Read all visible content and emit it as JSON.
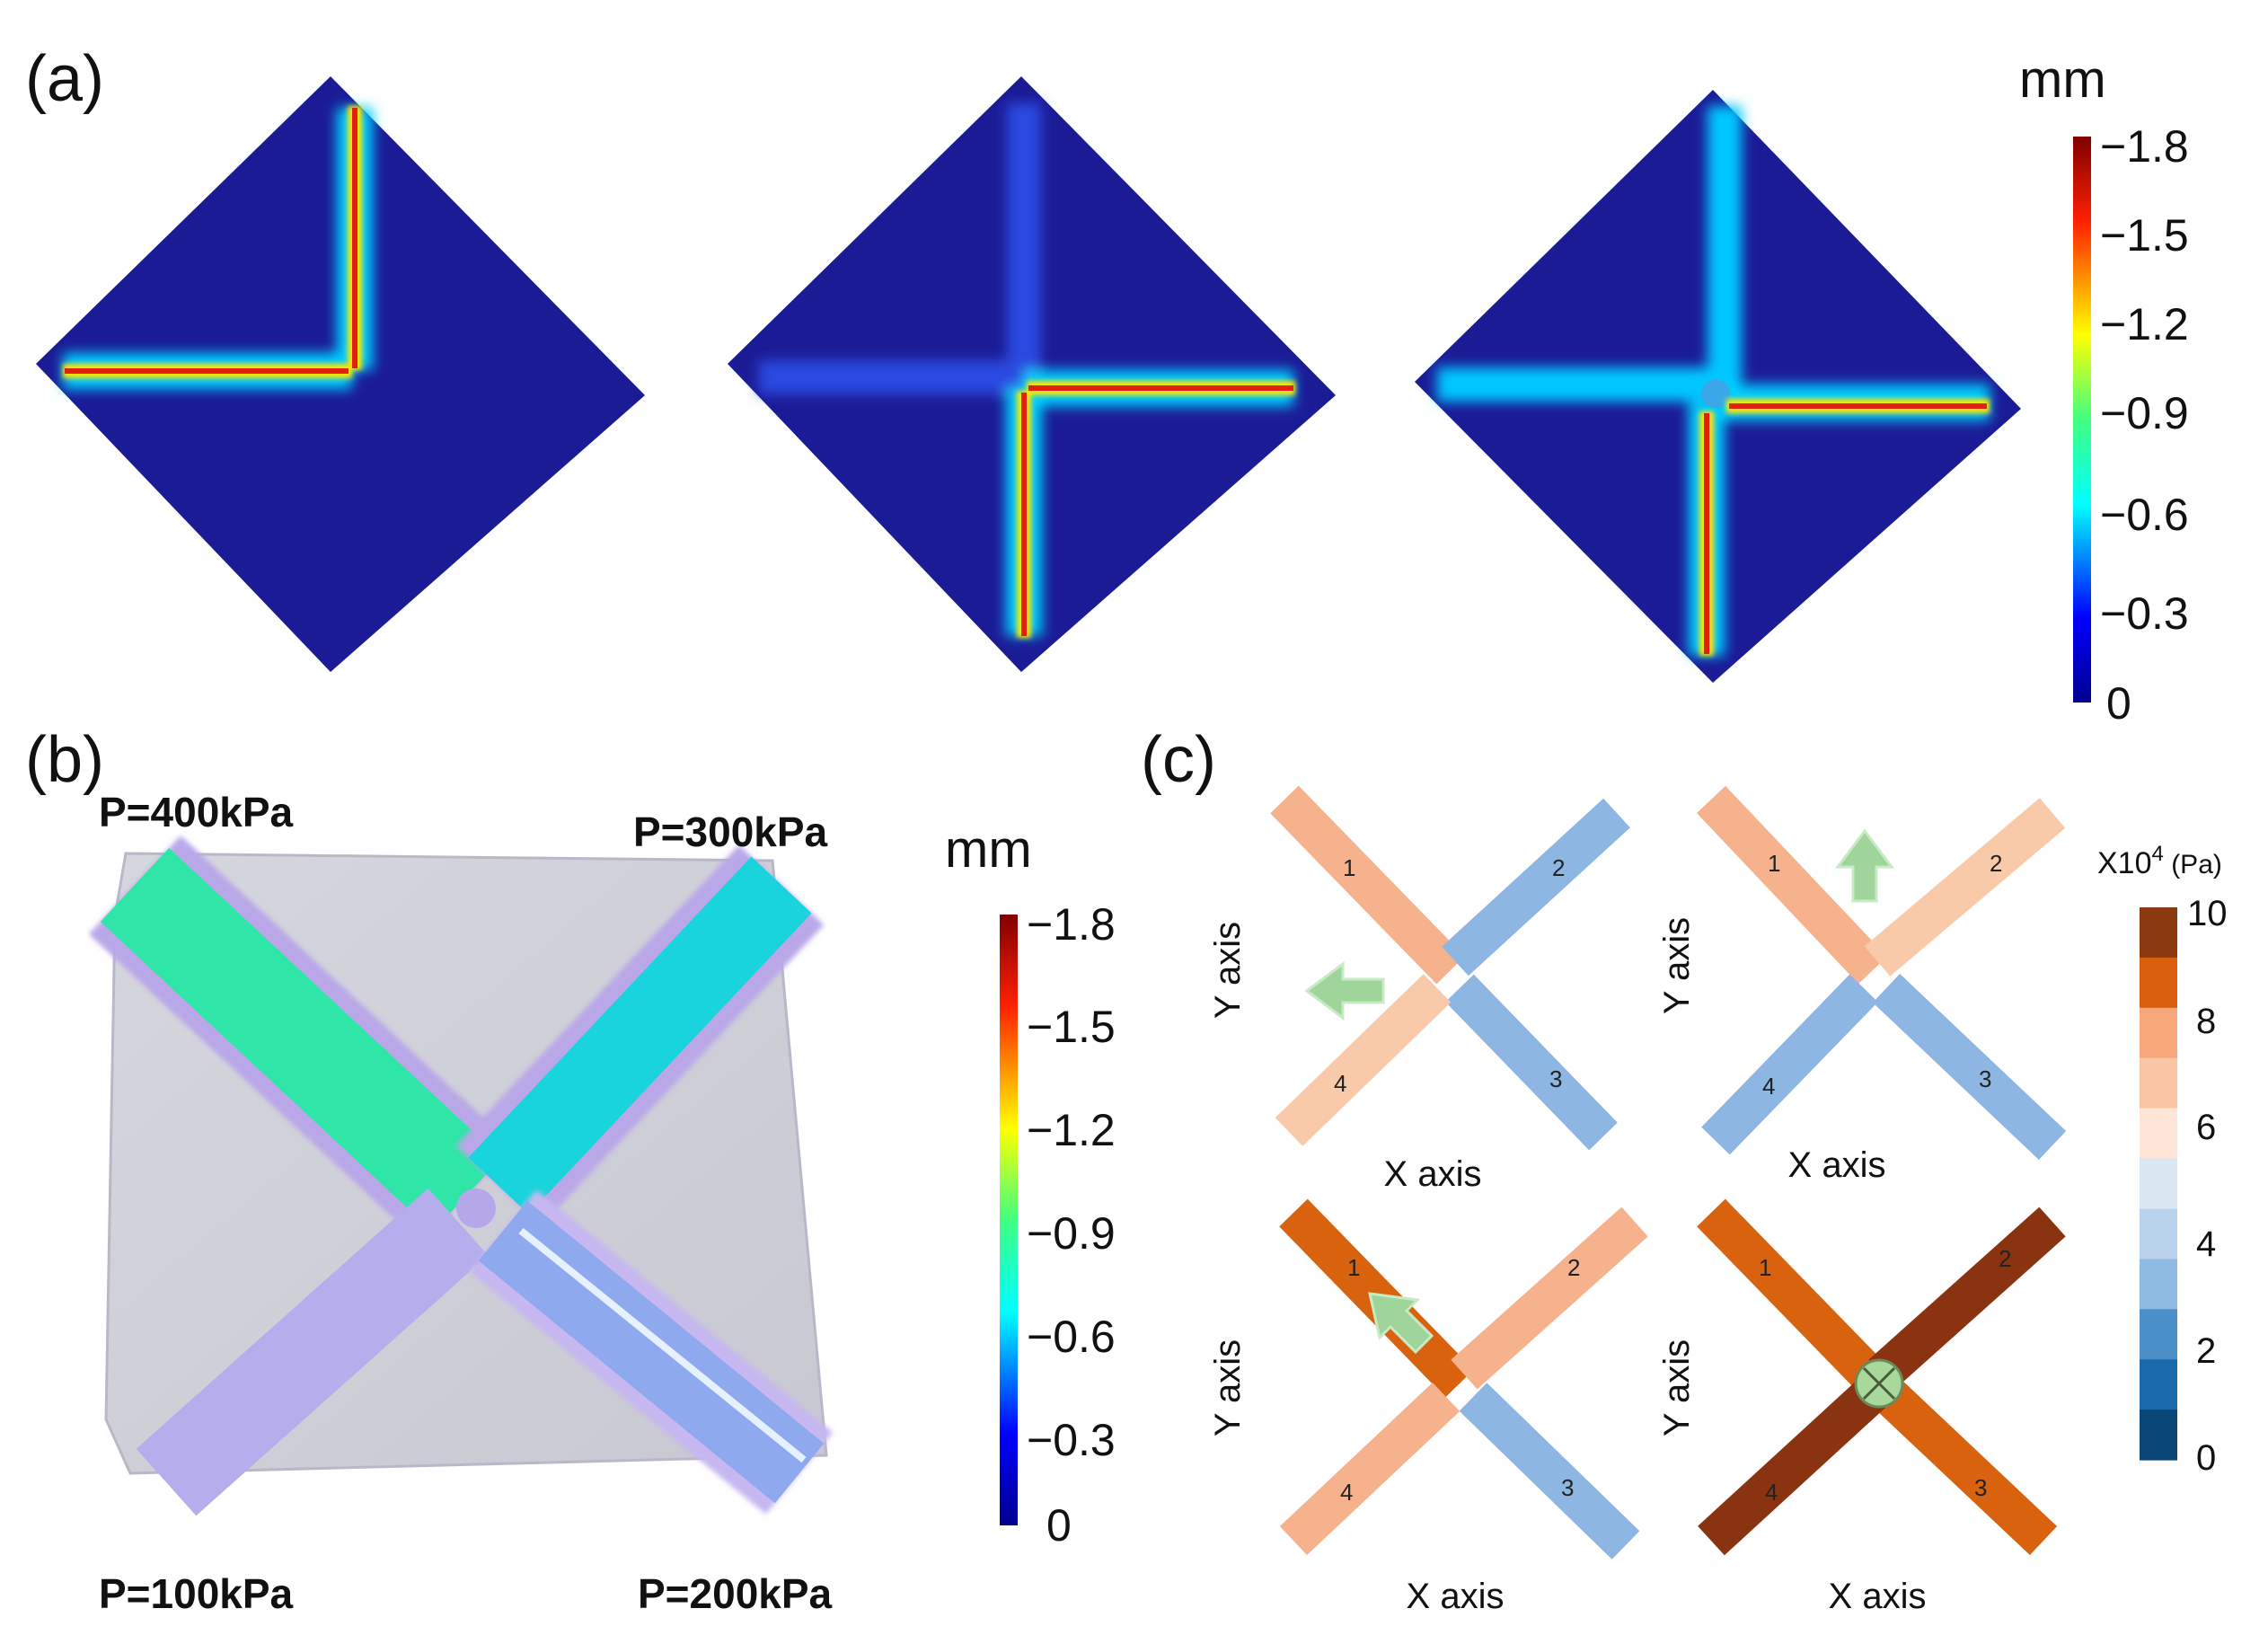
{
  "panels": {
    "a": {
      "label": "(a)"
    },
    "b": {
      "label": "(b)"
    },
    "c": {
      "label": "(c)"
    }
  },
  "colorbar_a": {
    "unit": "mm",
    "ticks": [
      "−1.8",
      "−1.5",
      "−1.2",
      "−0.9",
      "−0.6",
      "−0.3",
      "0"
    ]
  },
  "colorbar_b": {
    "unit": "mm",
    "ticks": [
      "−1.8",
      "−1.5",
      "−1.2",
      "−0.9",
      "−0.6",
      "−0.3",
      "0"
    ]
  },
  "pressures": {
    "top_left": "P=400kPa",
    "top_right": "P=300kPa",
    "bottom_left": "P=100kPa",
    "bottom_right": "P=200kPa"
  },
  "colorbar_c": {
    "unit_prefix": "X10",
    "unit_exp": "4",
    "unit_suffix": " (Pa)",
    "ticks": [
      "10",
      "8",
      "6",
      "4",
      "2",
      "0"
    ],
    "colors": [
      "#8b3a0f",
      "#d95f0e",
      "#f6a87a",
      "#fac5a2",
      "#fde6d8",
      "#dbe8f4",
      "#b9d3ec",
      "#8fbbe2",
      "#4a8fc7",
      "#1a6aab",
      "#0a4777"
    ]
  },
  "axes": {
    "x_label": "X axis",
    "y_label": "Y axis"
  },
  "arm_labels": [
    "1",
    "2",
    "3",
    "4"
  ],
  "colors": {
    "mesh_background": "#1b1b96",
    "peach": "#f6b28d",
    "light_peach": "#f9caa9",
    "blue": "#8eb6e3",
    "orange": "#d9620f",
    "dark_brown": "#8a3311",
    "arrow_green": "#9fd49a",
    "membrane": "#cfcfd9"
  }
}
